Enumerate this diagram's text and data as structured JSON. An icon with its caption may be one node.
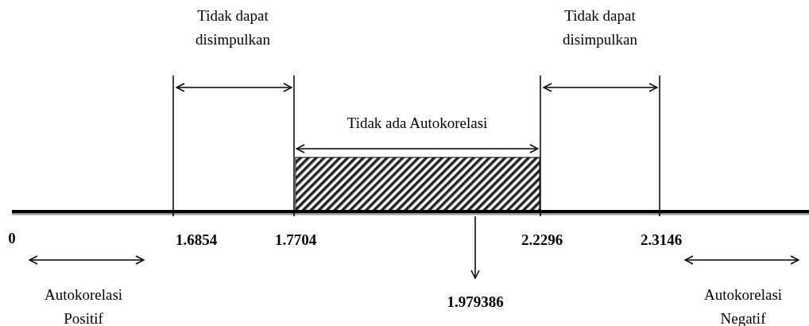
{
  "diagram": {
    "nodes": [
      {
        "text": [],
        "shape": "bar"
      },
      {
        "text": [
          "1.979386"
        ]
      }
    ],
    "edges": [
      {
        "from": 0,
        "to": 1,
        "arrow": "to"
      }
    ],
    "labels": [
      "Tidak dapat disimpulkan",
      "Tidak dapat disimpulkan",
      "Tidak ada Autokorelasi",
      "0",
      "1.6854",
      "1.7704",
      "2.2296",
      "2.3146",
      "Autokorelasi Positif",
      "Autokorelasi Negatif"
    ]
  }
}
